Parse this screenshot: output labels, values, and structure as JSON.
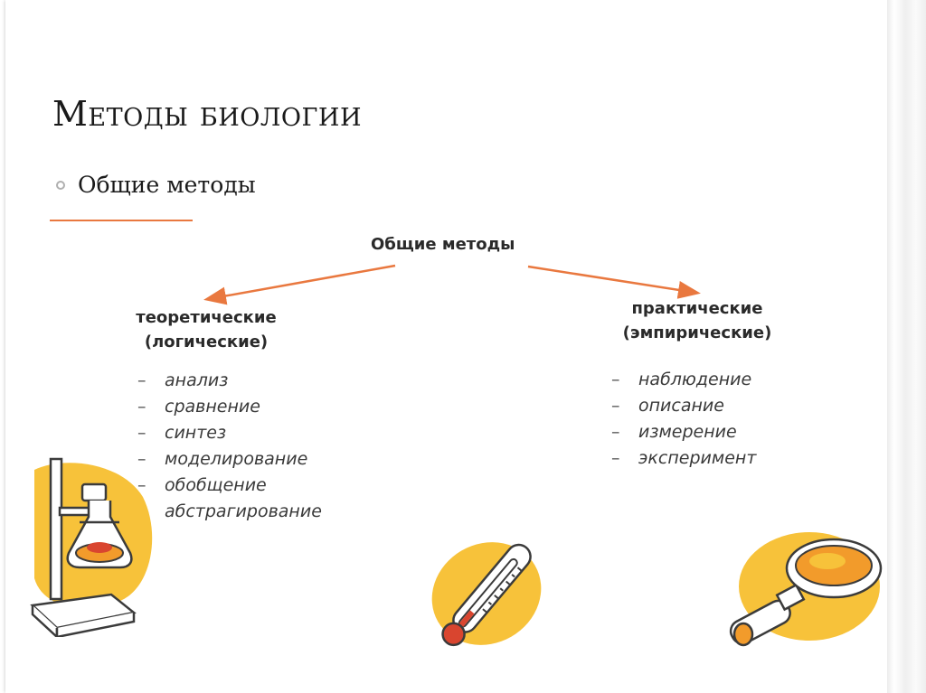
{
  "slide": {
    "title": "Методы биологии",
    "bullet": "Общие методы"
  },
  "diagram": {
    "heading": "Общие методы",
    "left": {
      "title_line1": "теоретические",
      "title_line2": "(логические)",
      "items": [
        "анализ",
        "сравнение",
        "синтез",
        "моделирование",
        "обобщение",
        "абстрагирование"
      ]
    },
    "right": {
      "title_line1": "практические",
      "title_line2": "(эмпирические)",
      "items": [
        "наблюдение",
        "описание",
        "измерение",
        "эксперимент"
      ]
    },
    "dash": "–"
  },
  "colors": {
    "accent_orange": "#e9783f",
    "illustration_yellow": "#f7c23a",
    "illustration_orange": "#f29b2b",
    "illustration_red": "#d9452f",
    "outline": "#3b3b3b"
  },
  "illustrations": [
    "lab-stand-flask-icon",
    "thermometer-icon",
    "magnifying-glass-icon"
  ]
}
